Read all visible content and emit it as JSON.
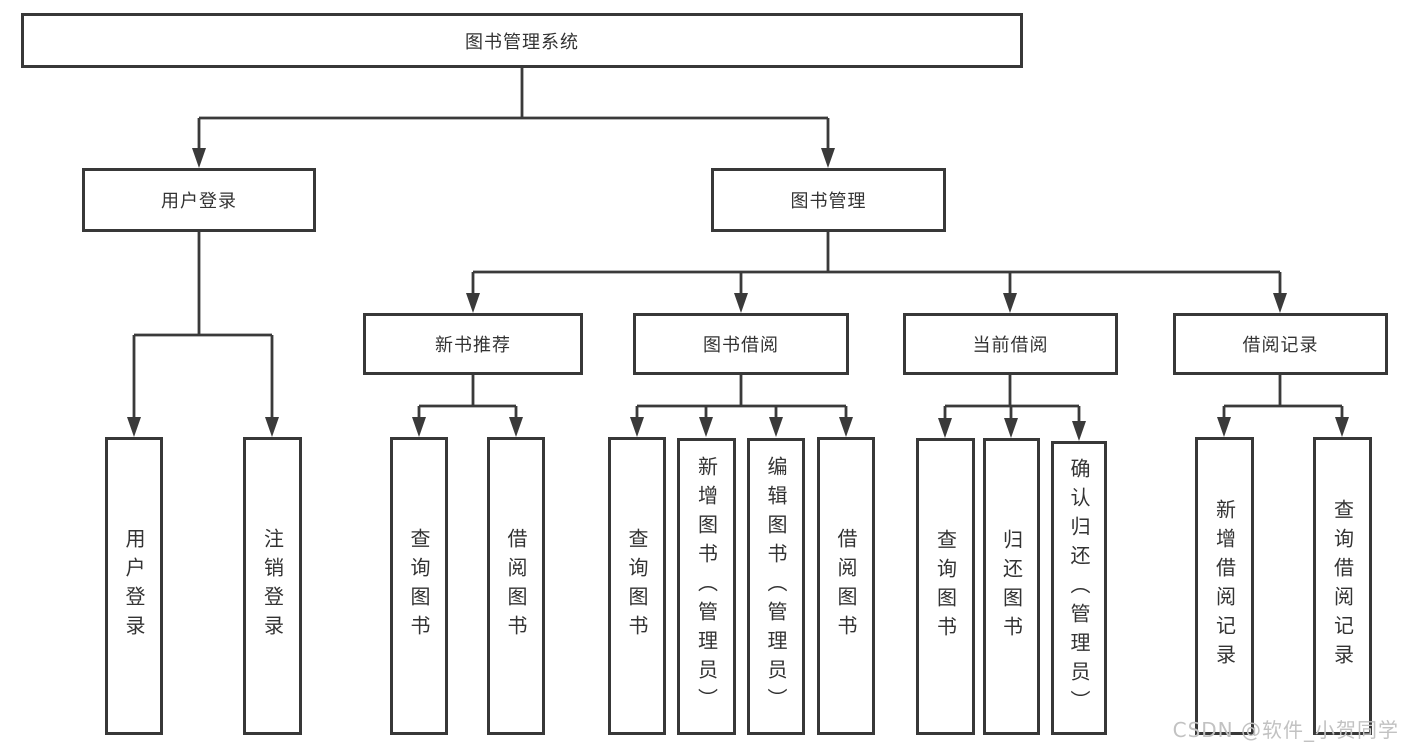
{
  "diagram": {
    "root": "图书管理系统",
    "branches": [
      {
        "label": "用户登录",
        "children": [
          "用户登录",
          "注销登录"
        ]
      },
      {
        "label": "图书管理",
        "groups": [
          {
            "label": "新书推荐",
            "children": [
              "查询图书",
              "借阅图书"
            ]
          },
          {
            "label": "图书借阅",
            "children": [
              "查询图书",
              "新增图书（管理员）",
              "编辑图书（管理员）",
              "借阅图书"
            ]
          },
          {
            "label": "当前借阅",
            "children": [
              "查询图书",
              "归还图书",
              "确认归还（管理员）"
            ]
          },
          {
            "label": "借阅记录",
            "children": [
              "新增借阅记录",
              "查询借阅记录"
            ]
          }
        ]
      }
    ]
  },
  "watermark": "CSDN @软件_小贺同学",
  "colors": {
    "line": "#3a3a3a",
    "box_border": "#383838",
    "text": "#333333",
    "background": "#ffffff",
    "watermark": "#c2c2c2"
  }
}
